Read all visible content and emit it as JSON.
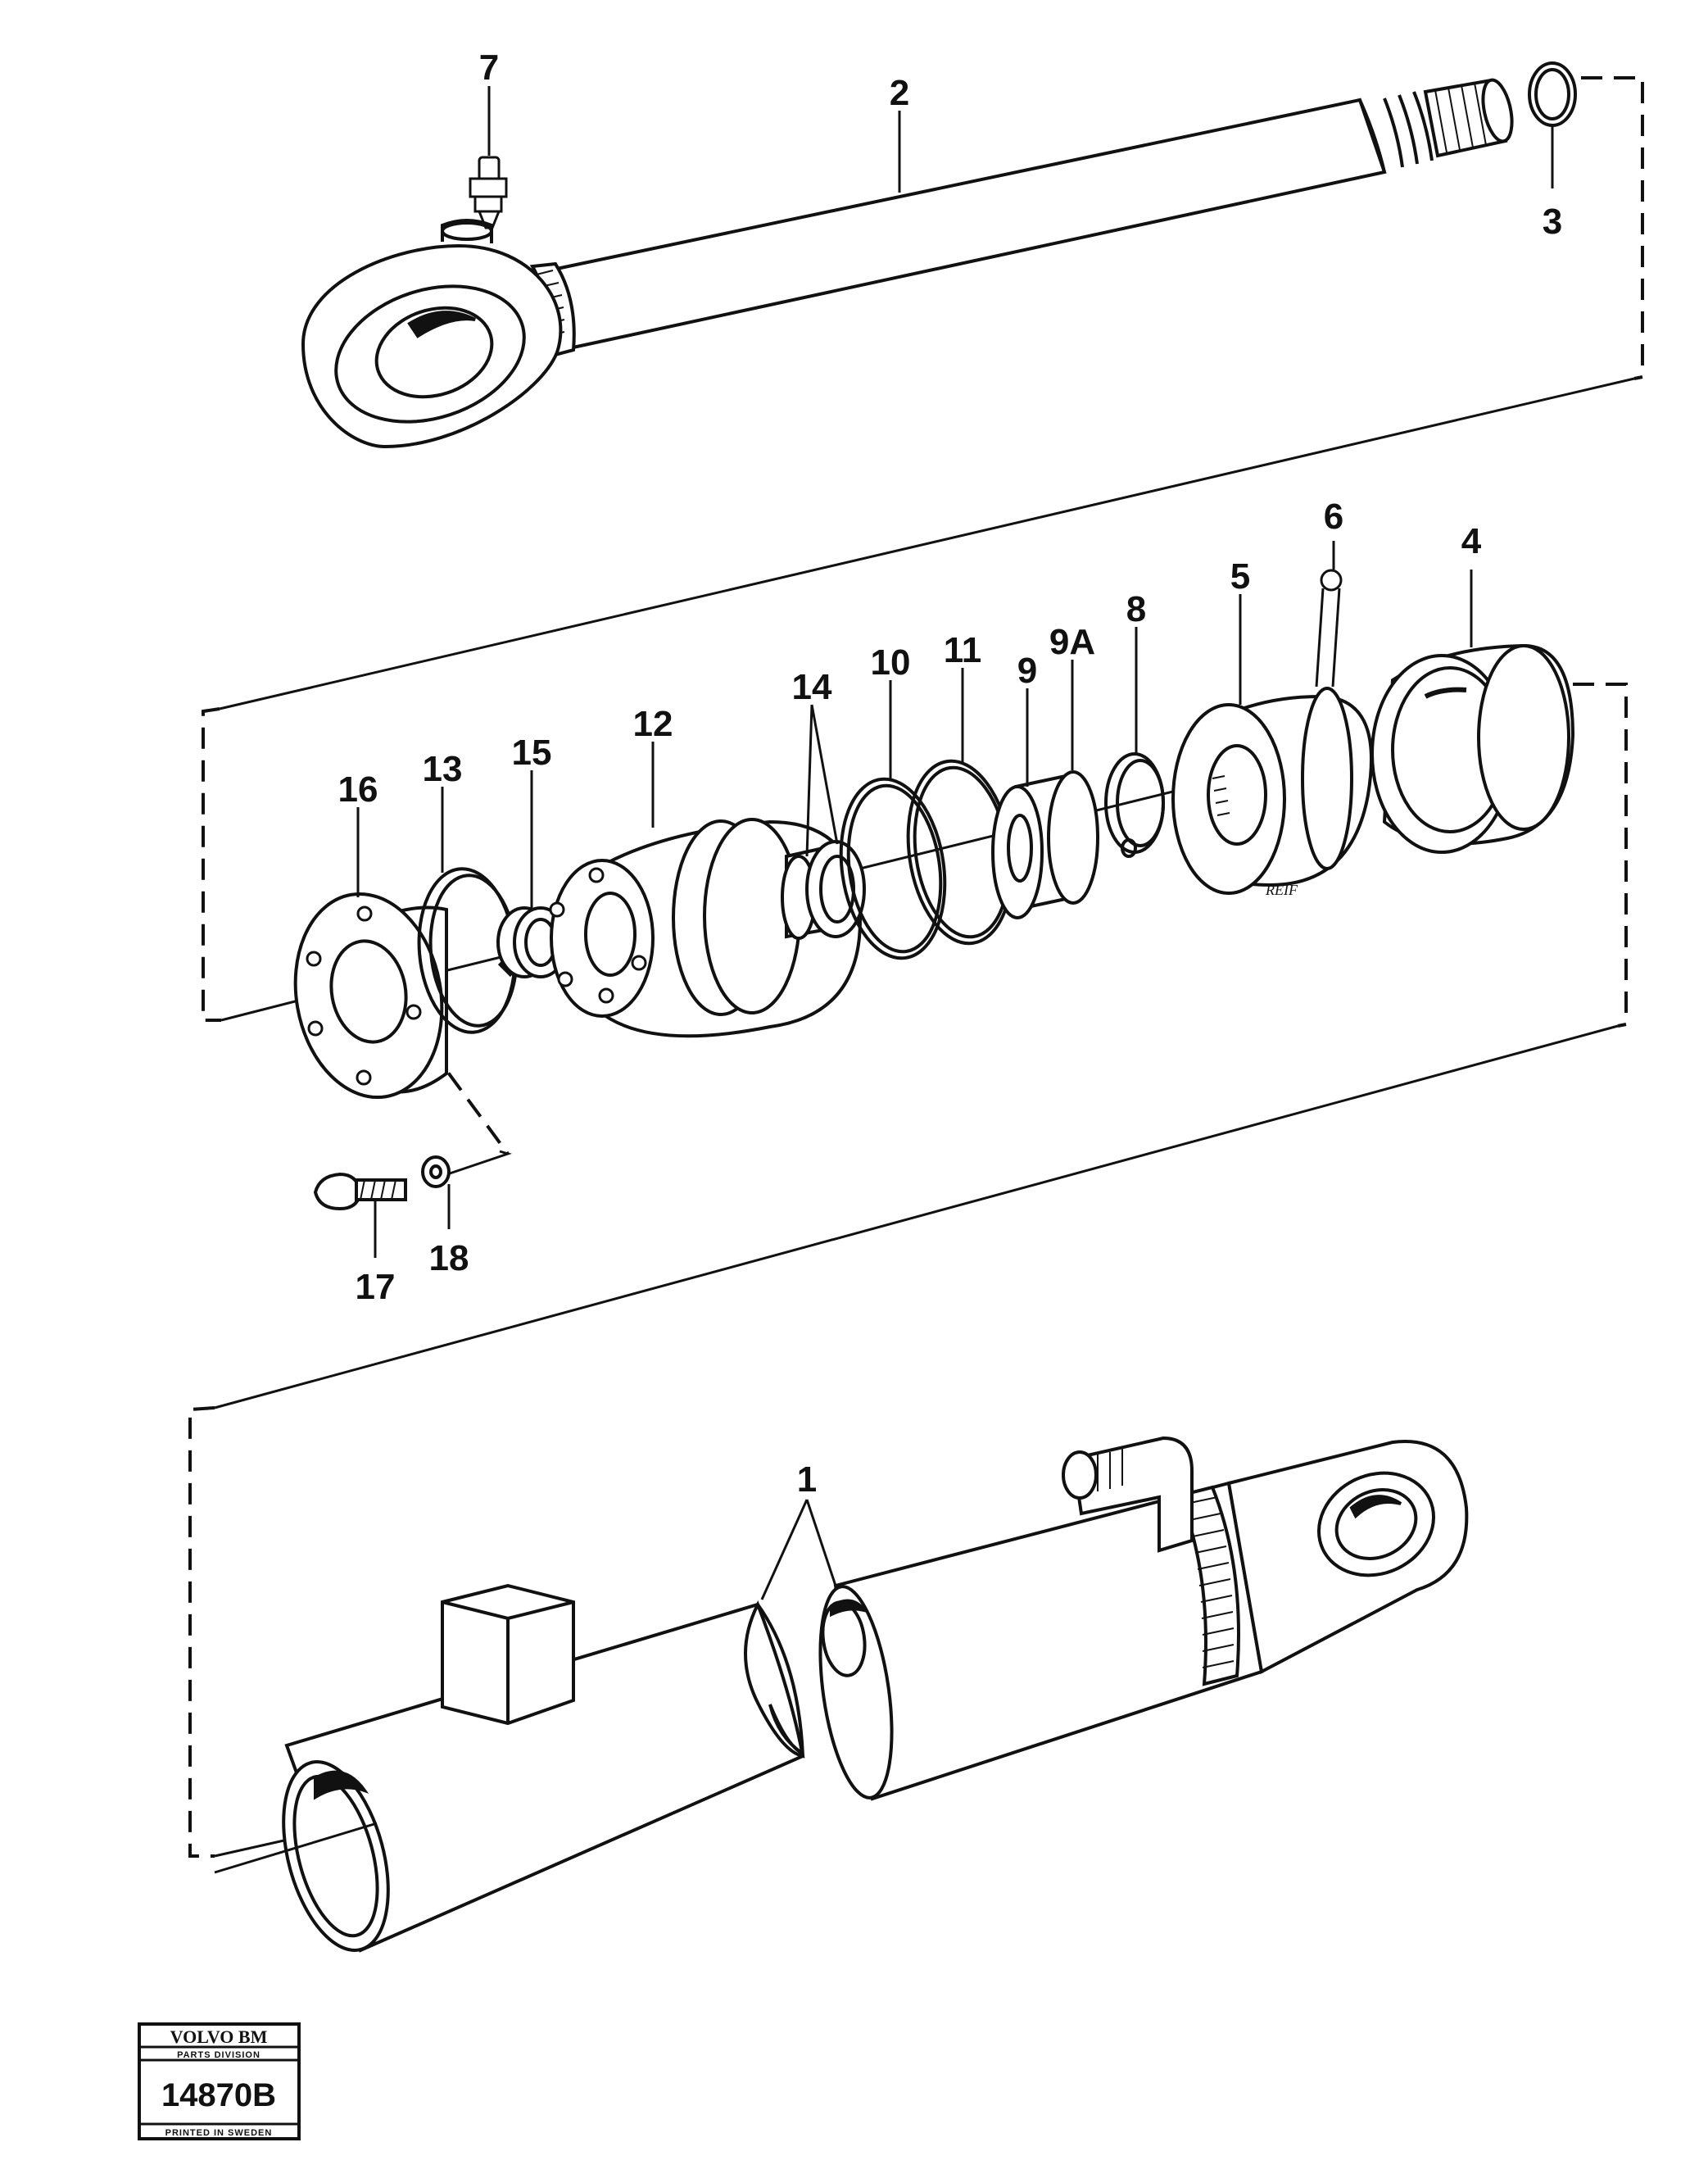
{
  "callouts": {
    "c1": "1",
    "c2": "2",
    "c3": "3",
    "c4": "4",
    "c5": "5",
    "c6": "6",
    "c7": "7",
    "c8": "8",
    "c9": "9",
    "c9a": "9A",
    "c10": "10",
    "c11": "11",
    "c12": "12",
    "c13": "13",
    "c14": "14",
    "c15": "15",
    "c16": "16",
    "c17": "17",
    "c18": "18"
  },
  "stamp": {
    "brand": "VOLVO BM",
    "division": "PARTS DIVISION",
    "number": "14870B",
    "printed": "PRINTED IN SWEDEN"
  },
  "signature": "REIF"
}
